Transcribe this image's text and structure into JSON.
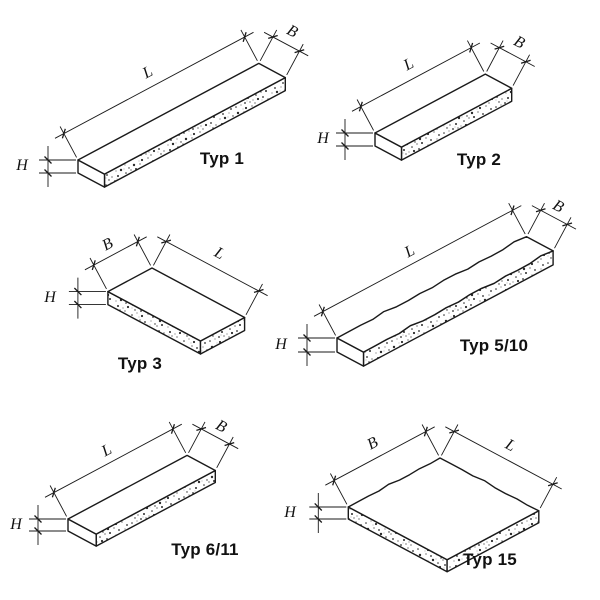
{
  "diagram": {
    "background": "#ffffff",
    "line_color": "#1a1a1a",
    "stipple_color": "#2b2b2b",
    "dimension_labels": {
      "length": "L",
      "width": "B",
      "height": "H"
    },
    "types": [
      {
        "label": "Typ 1"
      },
      {
        "label": "Typ 2"
      },
      {
        "label": "Typ 3"
      },
      {
        "label": "Typ 5/10"
      },
      {
        "label": "Typ 6/11"
      },
      {
        "label": "Typ 15"
      }
    ]
  }
}
